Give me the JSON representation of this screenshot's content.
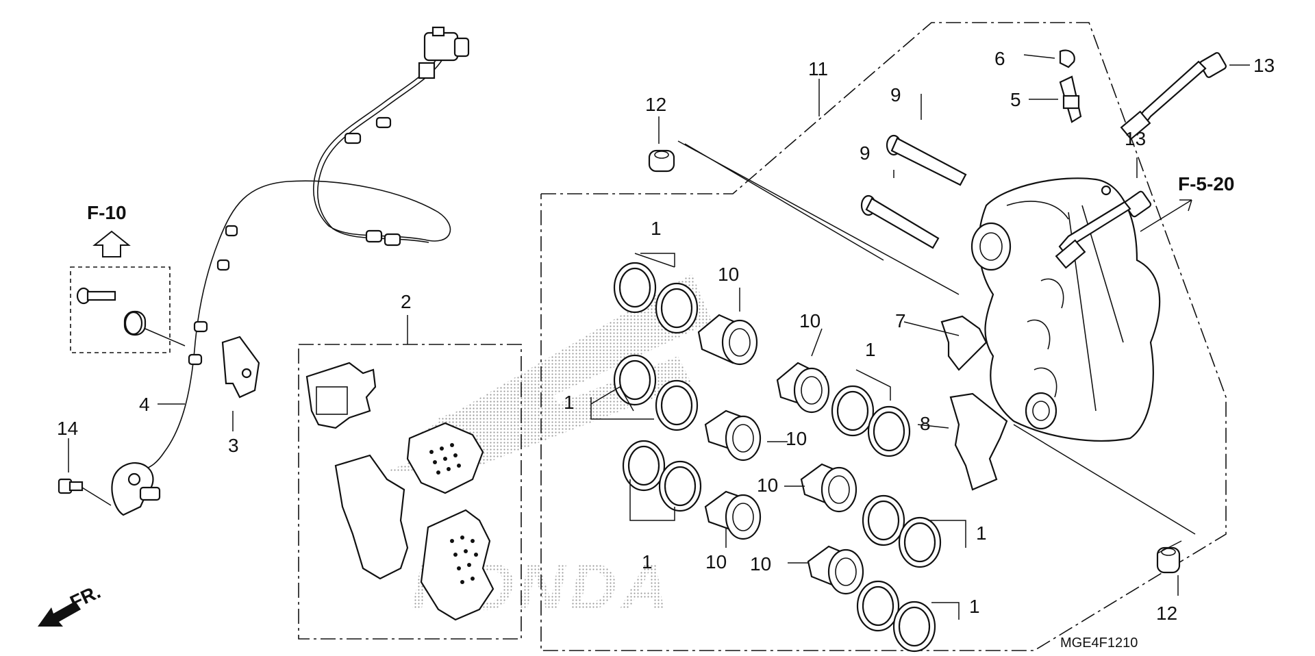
{
  "diagram": {
    "model_code": "MGE4F1210",
    "ref_f10": "F-10",
    "ref_f520": "F-5-20",
    "front_marker": "FR.",
    "watermark": "HONDA",
    "colors": {
      "ink": "#111111",
      "watermark": "#b8b8b8",
      "paper": "#ffffff"
    }
  },
  "callouts": {
    "c1a": "1",
    "c1b": "1",
    "c1c": "1",
    "c1d": "1",
    "c1e": "1",
    "c1f": "1",
    "c2": "2",
    "c3": "3",
    "c4": "4",
    "c5": "5",
    "c6": "6",
    "c7": "7",
    "c8": "8",
    "c9a": "9",
    "c9b": "9",
    "c10a": "10",
    "c10b": "10",
    "c10c": "10",
    "c10d": "10",
    "c10e": "10",
    "c10f": "10",
    "c11": "11",
    "c12a": "12",
    "c12b": "12",
    "c13a": "13",
    "c13b": "13",
    "c14": "14"
  }
}
